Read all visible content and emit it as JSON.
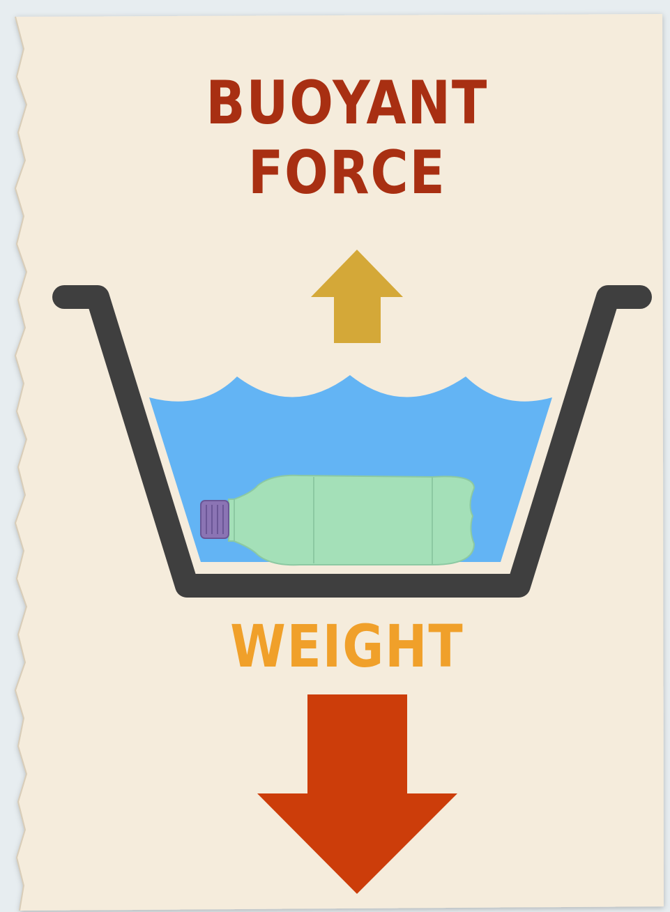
{
  "labels": {
    "buoyant_line1": "BUOYANT",
    "buoyant_line2": "FORCE",
    "weight": "WEIGHT"
  },
  "colors": {
    "paper": "#f5ecdc",
    "buoyant_text": "#a82f12",
    "buoyant_arrow": "#d4a838",
    "weight_text": "#f0a02a",
    "weight_arrow": "#cc3d0a",
    "water": "#63b4f4",
    "container": "#3f3f3f",
    "bottle": "#a4e0b8",
    "cap": "#8b74b4"
  },
  "icons": {
    "up_arrow": "arrow-up-icon",
    "down_arrow": "arrow-down-icon",
    "container": "basin-icon",
    "bottle": "bottle-icon"
  }
}
